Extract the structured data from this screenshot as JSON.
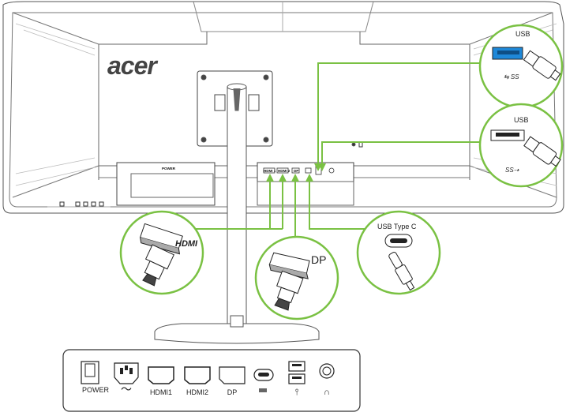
{
  "brand": {
    "logo": "acer"
  },
  "monitor_labels": {
    "power": "POWER",
    "hdmi1": "HDMI 1",
    "hdmi2": "HDMI 2",
    "dp": "DP"
  },
  "callouts": {
    "usb_blue": "USB",
    "usb_white": "USB",
    "usb_type_c": "USB Type C",
    "hdmi_plug": "HDMI",
    "dp_plug": "DP"
  },
  "port_panel": {
    "ports": [
      {
        "name": "power-switch",
        "label": "POWER"
      },
      {
        "name": "ac-inlet",
        "label": ""
      },
      {
        "name": "hdmi1-port",
        "label": "HDMI1"
      },
      {
        "name": "hdmi2-port",
        "label": "HDMI2"
      },
      {
        "name": "dp-port",
        "label": "DP"
      },
      {
        "name": "usb-c-port",
        "label": ""
      },
      {
        "name": "usb-a-ports",
        "label": ""
      },
      {
        "name": "audio-out-port",
        "label": ""
      }
    ]
  },
  "colors": {
    "line": "#4d4d4d",
    "accent_green": "#7ac143",
    "usb3_blue": "#1e88d8"
  }
}
